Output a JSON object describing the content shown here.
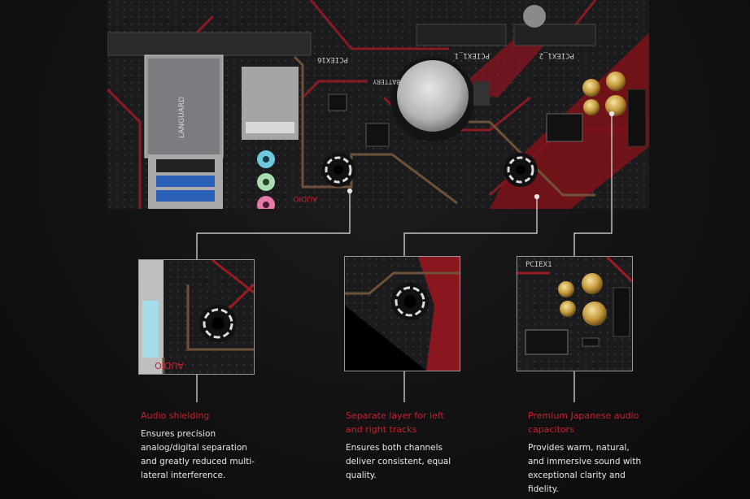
{
  "board": {
    "labels": {
      "pciex16": "PCIEX16",
      "pciex1_1": "PCIEX1_1",
      "pciex1_2": "PCIEX1_2",
      "battery": "BATTERY",
      "audio": "AUDIO",
      "lan": "LANGUARD"
    }
  },
  "zooms": {
    "audio_label": "AUDIO",
    "cap_label": "PCIEX1"
  },
  "features": [
    {
      "title": "Audio shielding",
      "desc": "Ensures precision analog/digital separation and greatly reduced multi-lateral interference."
    },
    {
      "title": "Separate layer for left and right tracks",
      "desc": "Ensures both channels deliver consistent, equal quality."
    },
    {
      "title": "Premium Japanese audio capacitors",
      "desc": "Provides warm, natural, and immersive sound with exceptional clarity and fidelity."
    }
  ],
  "colors": {
    "accent_red": "#c8202c",
    "pcb_dark": "#1a1a1c",
    "trace_red": "#9c1a22",
    "copper": "#6e5238"
  }
}
